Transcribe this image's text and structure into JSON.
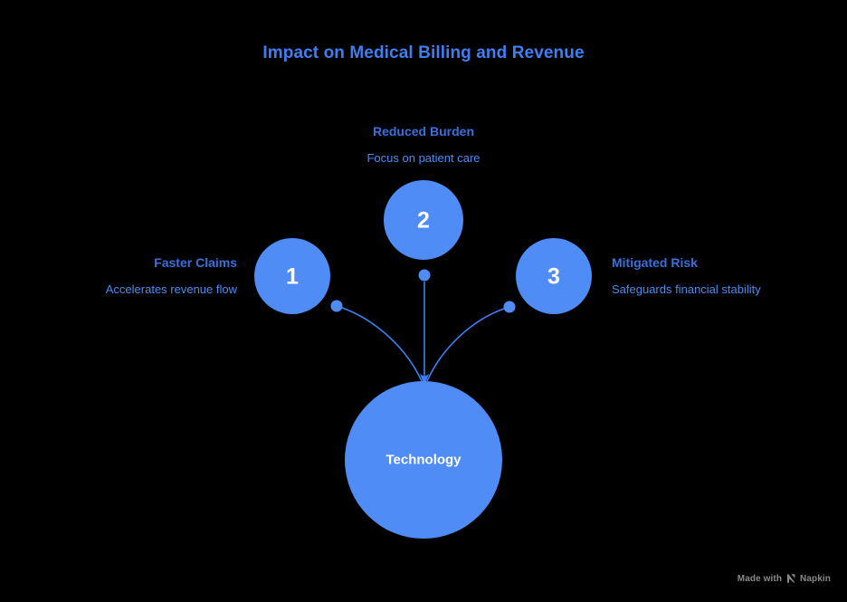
{
  "page": {
    "title": "Impact on Medical Billing and Revenue",
    "background_color": "#000000"
  },
  "colors": {
    "title": "#3f7ef2",
    "node_fill": "#4f8cf5",
    "connector": "#3f7ef2",
    "caption_title": "#3a6fdd",
    "caption_subtitle": "#4a8bf0",
    "node_text": "#ffffff",
    "watermark": "#8a8a8a"
  },
  "center_node": {
    "label": "Technology"
  },
  "nodes": [
    {
      "number": "1",
      "title": "Faster Claims",
      "subtitle": "Accelerates revenue flow"
    },
    {
      "number": "2",
      "title": "Reduced Burden",
      "subtitle": "Focus on patient care"
    },
    {
      "number": "3",
      "title": "Mitigated Risk",
      "subtitle": "Safeguards financial stability"
    }
  ],
  "watermark": {
    "prefix": "Made with",
    "brand": "Napkin",
    "logo_icon": "napkin-logo-icon"
  },
  "chart_data": {
    "type": "diagram",
    "subtype": "converging-radial",
    "title": "Impact on Medical Billing and Revenue",
    "hub": "Technology",
    "spokes": [
      {
        "index": 1,
        "label": "Faster Claims",
        "detail": "Accelerates revenue flow"
      },
      {
        "index": 2,
        "label": "Reduced Burden",
        "detail": "Focus on patient care"
      },
      {
        "index": 3,
        "label": "Mitigated Risk",
        "detail": "Safeguards financial stability"
      }
    ],
    "direction": "spokes-point-to-hub"
  }
}
